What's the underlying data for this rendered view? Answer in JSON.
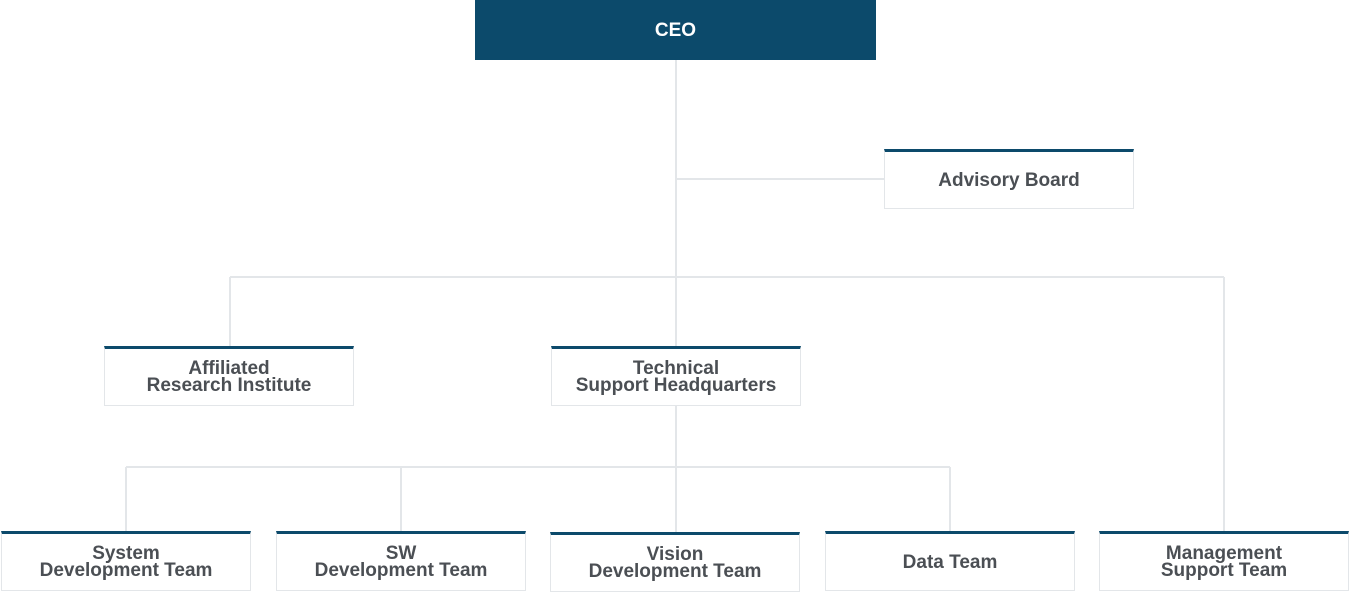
{
  "org_chart": {
    "ceo": {
      "label": "CEO"
    },
    "advisory_board": {
      "label": "Advisory Board"
    },
    "affiliated_research": {
      "line1": "Affiliated",
      "line2": "Research Institute"
    },
    "technical_support": {
      "line1": "Technical",
      "line2": "Support Headquarters"
    },
    "system_dev": {
      "line1": "System",
      "line2": "Development Team"
    },
    "sw_dev": {
      "line1": "SW",
      "line2": "Development Team"
    },
    "vision_dev": {
      "line1": "Vision",
      "line2": "Development Team"
    },
    "data_team": {
      "label": "Data Team"
    },
    "management_support": {
      "line1": "Management",
      "line2": "Support Team"
    }
  },
  "colors": {
    "primary": "#0c4a6b",
    "connector": "#e3e6e9",
    "text": "#4b4f54"
  }
}
